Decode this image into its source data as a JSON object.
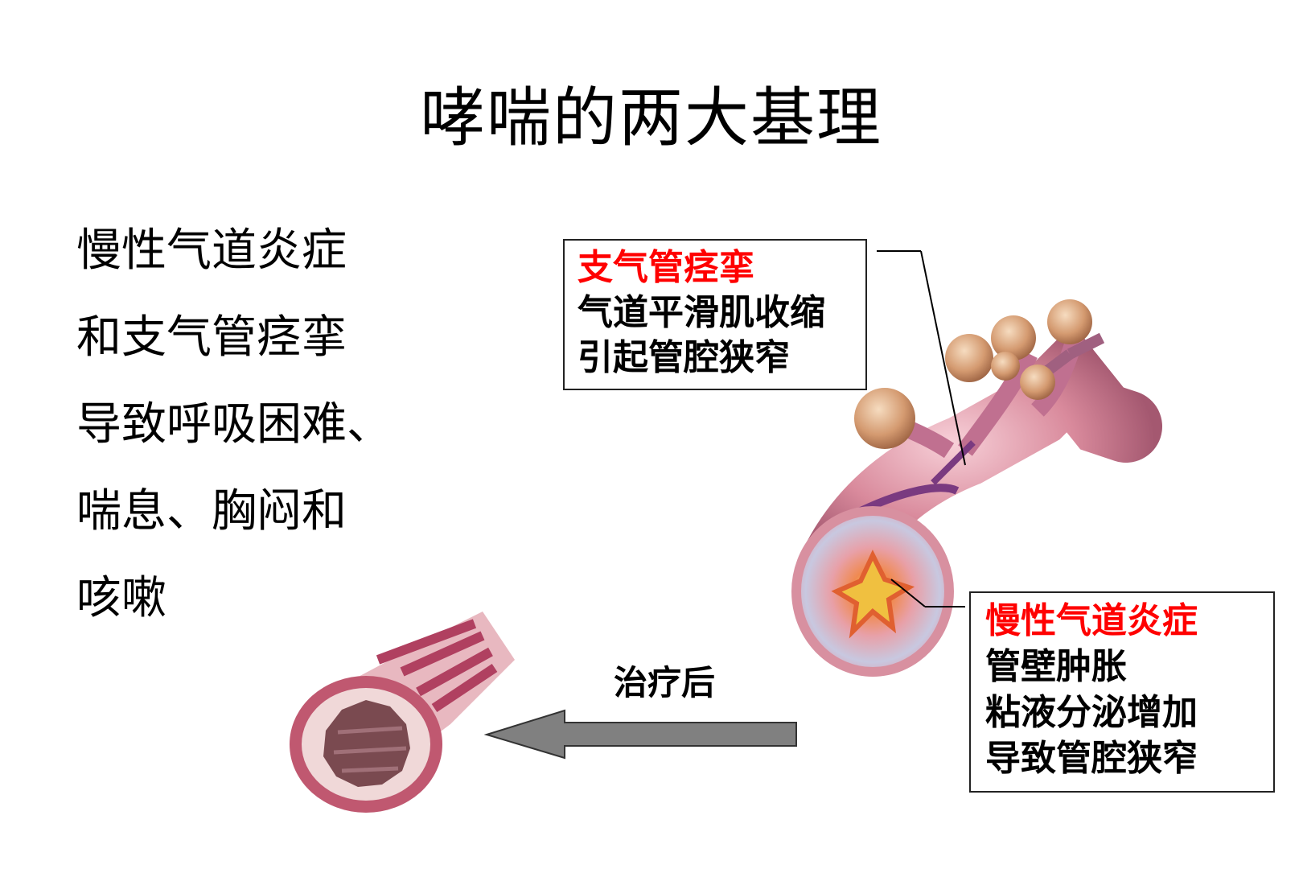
{
  "title": "哮喘的两大基理",
  "left_text": [
    "慢性气道炎症",
    "和支气管痉挛",
    "导致呼吸困难、",
    "喘息、胸闷和",
    "咳嗽"
  ],
  "callout_spasm": {
    "heading": "支气管痉挛",
    "lines": [
      "气道平滑肌收缩",
      "引起管腔狭窄"
    ]
  },
  "callout_inflammation": {
    "heading": "慢性气道炎症",
    "lines": [
      "管壁肿胀",
      "粘液分泌增加",
      "导致管腔狭窄"
    ]
  },
  "arrow_label": "治疗后",
  "colors": {
    "heading_red": "#ff0000",
    "arrow_gray": "#808080"
  }
}
